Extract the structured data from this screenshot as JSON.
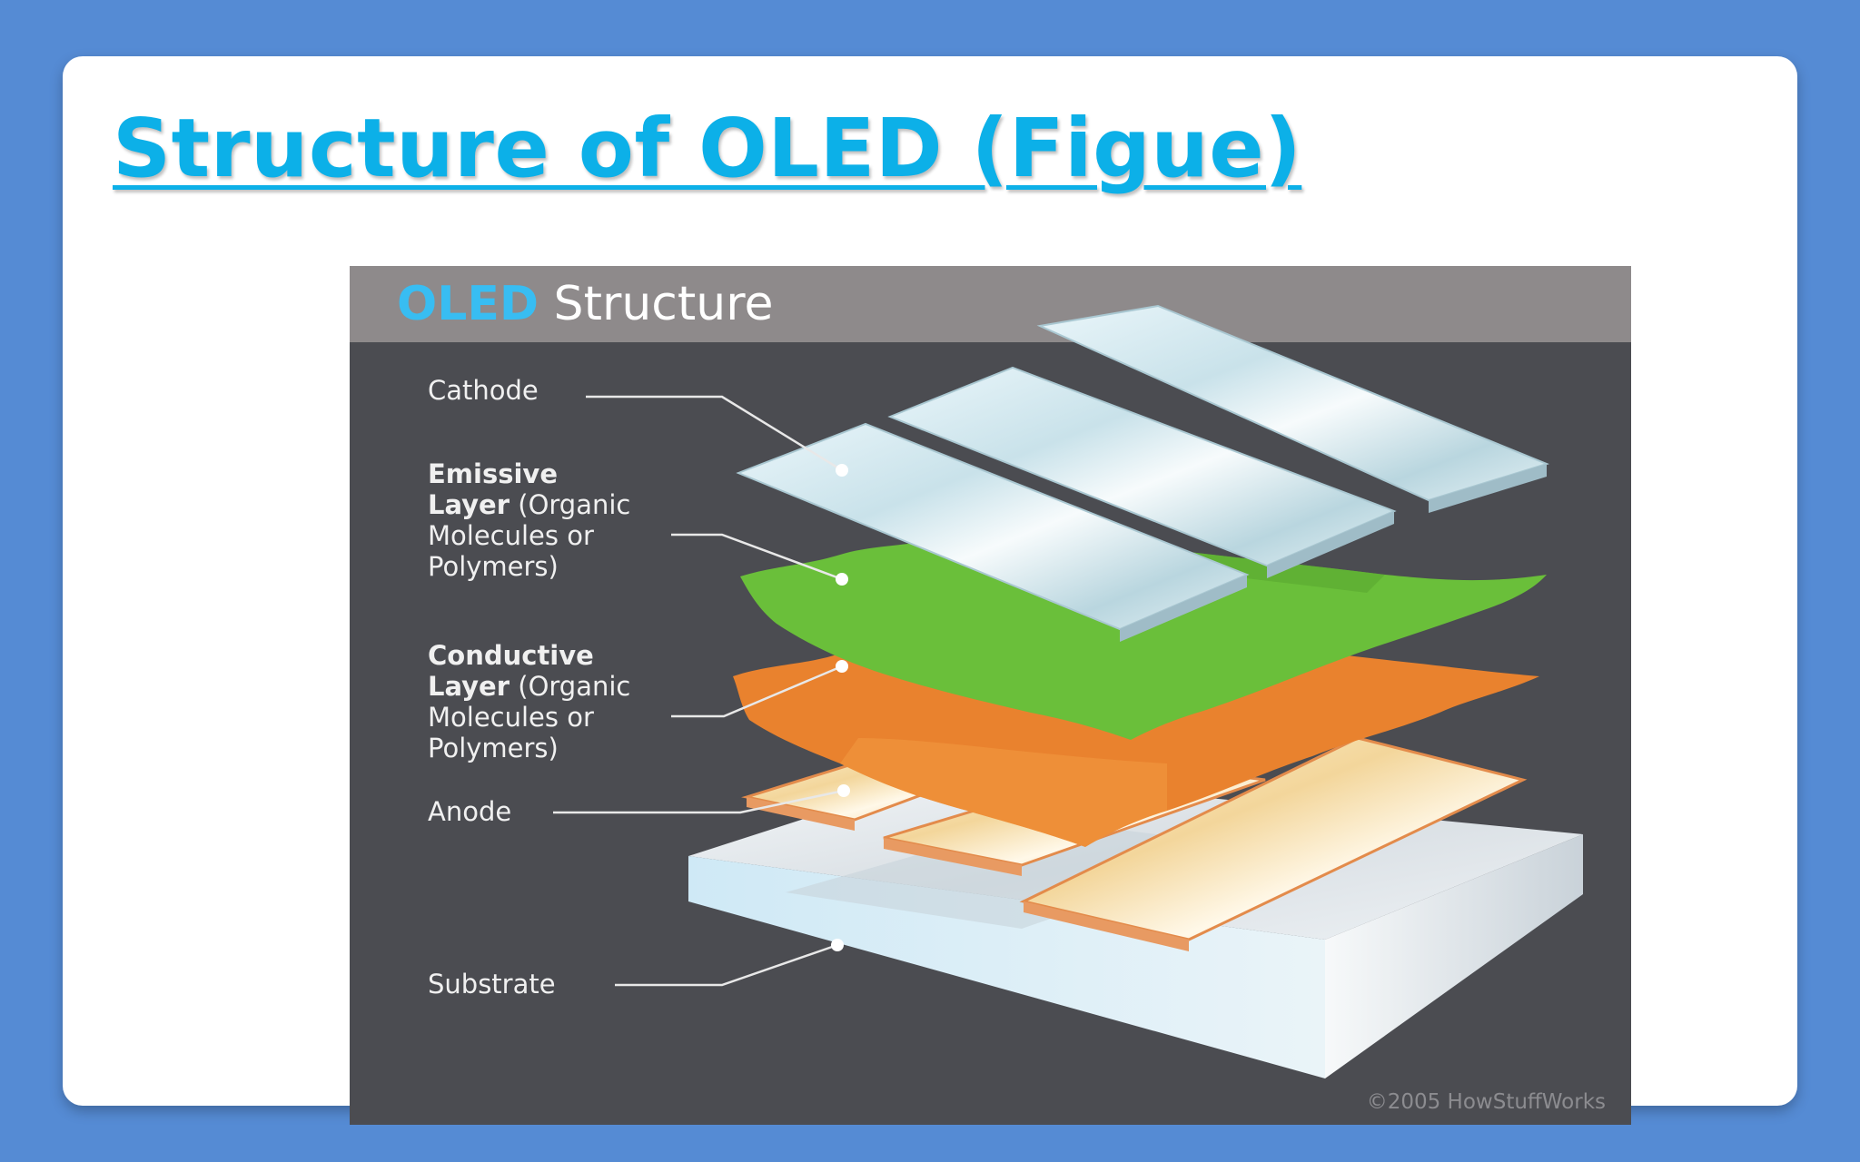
{
  "slide": {
    "title": "Structure of OLED (Figue)",
    "title_color": "#0cb0e8",
    "background_color": "#558bd4"
  },
  "figure": {
    "header_accent": "OLED",
    "header_rest": " Structure",
    "copyright": "©2005 HowStuffWorks",
    "labels": {
      "cathode": "Cathode",
      "emissive_bold": "Emissive",
      "emissive_layer_bold": "Layer",
      "emissive_rest_1": " (Organic",
      "emissive_rest_2": "Molecules or",
      "emissive_rest_3": "Polymers)",
      "conductive_bold": "Conductive",
      "conductive_layer_bold": "Layer",
      "conductive_rest_1": " (Organic",
      "conductive_rest_2": "Molecules or",
      "conductive_rest_3": "Polymers)",
      "anode": "Anode",
      "substrate": "Substrate"
    },
    "colors": {
      "background": "#4b4c51",
      "header": "#8e8a8b",
      "emissive_layer": "#6abf3a",
      "conductive_layer": "#e9822e",
      "cathode": "#dfeef3",
      "anode": "#f6d9a8",
      "substrate": "#e6edf2"
    }
  }
}
